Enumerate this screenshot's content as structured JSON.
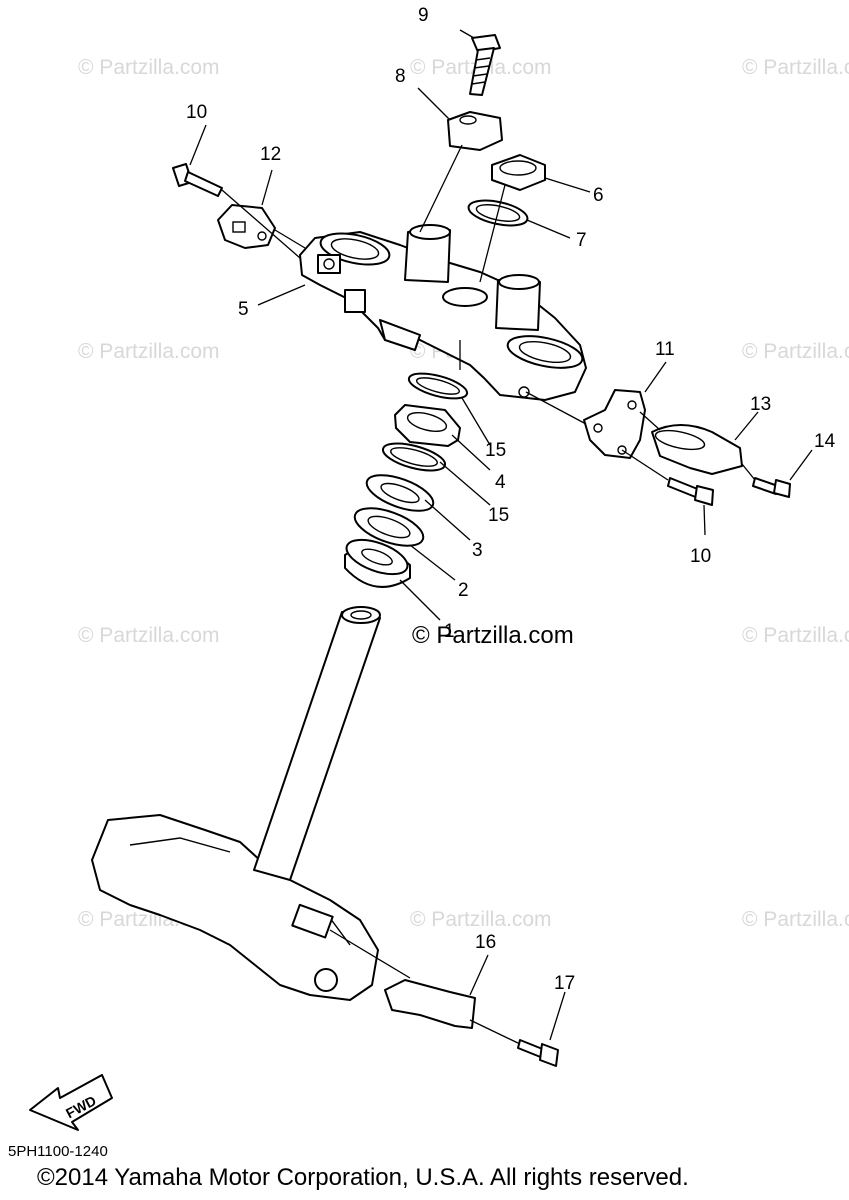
{
  "watermark": "© Partzilla.com",
  "center_watermark": "© Partzilla.com",
  "drawing_code": "5PH1100-1240",
  "copyright": "©2014  Yamaha Motor Corporation, U.S.A. All rights reserved.",
  "fwd_label": "FWD",
  "callouts": {
    "c9": "9",
    "c8": "8",
    "c10a": "10",
    "c12": "12",
    "c6": "6",
    "c7": "7",
    "c5": "5",
    "c11": "11",
    "c13": "13",
    "c14": "14",
    "c15a": "15",
    "c4": "4",
    "c15b": "15",
    "c3": "3",
    "c10b": "10",
    "c2": "2",
    "c1": "1",
    "c16": "16",
    "c17": "17"
  }
}
